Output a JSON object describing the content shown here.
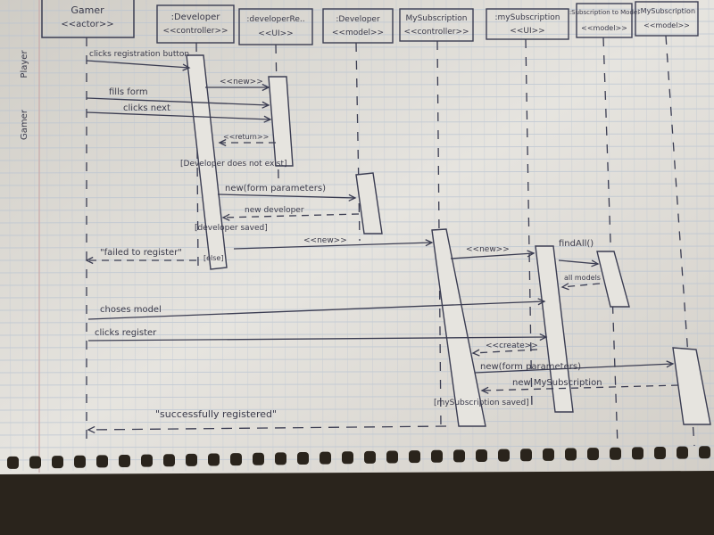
{
  "colors": {
    "paper": "#e3e1dc",
    "paper_shadow": "#bdb9b0",
    "grid": "#b9c4d2",
    "ink": "#3b3d52",
    "margin_line": "#c9a9a9",
    "background": "#2a241c"
  },
  "lifelines": [
    {
      "id": "gamer",
      "name": "Gamer",
      "stereotype": "<<actor>>"
    },
    {
      "id": "dev_controller",
      "name": ":Developer",
      "stereotype": "<<controller>>"
    },
    {
      "id": "dev_ui",
      "name": ":developerRe..",
      "stereotype": "<<UI>>"
    },
    {
      "id": "dev_model",
      "name": ":Developer",
      "stereotype": "<<model>>"
    },
    {
      "id": "sub_controller",
      "name": "MySubscription",
      "stereotype": "<<controller>>"
    },
    {
      "id": "sub_ui",
      "name": ":mySubscription",
      "stereotype": "<<UI>>"
    },
    {
      "id": "model_ui",
      "name": ":Subscription to Model",
      "stereotype": "<<model>>"
    },
    {
      "id": "sub_model",
      "name": ":MySubscription",
      "stereotype": "<<model>>"
    }
  ],
  "margin_notes": [
    "Player",
    "Gamer"
  ],
  "messages": [
    {
      "label": "clicks registration button",
      "from": "gamer",
      "to": "dev_controller"
    },
    {
      "label": "<<new>>",
      "from": "dev_controller",
      "to": "dev_ui"
    },
    {
      "label": "fills form",
      "from": "gamer",
      "to": "dev_ui"
    },
    {
      "label": "clicks next",
      "from": "gamer",
      "to": "dev_ui"
    },
    {
      "label": "<<return>>",
      "from": "dev_ui",
      "to": "dev_controller"
    },
    {
      "label": "new(form parameters)",
      "from": "dev_controller",
      "to": "dev_model"
    },
    {
      "label": "new developer",
      "from": "dev_model",
      "to": "dev_controller"
    },
    {
      "label": "<<new>>",
      "from": "dev_controller",
      "to": "sub_controller"
    },
    {
      "label": "\"failed to register\"",
      "from": "dev_controller",
      "to": "gamer"
    },
    {
      "label": "<<new>>",
      "from": "sub_controller",
      "to": "sub_ui"
    },
    {
      "label": "findAll()",
      "from": "sub_ui",
      "to": "model_ui"
    },
    {
      "label": "all models",
      "from": "model_ui",
      "to": "sub_ui"
    },
    {
      "label": "choses model",
      "from": "gamer",
      "to": "sub_ui"
    },
    {
      "label": "clicks register",
      "from": "gamer",
      "to": "sub_ui"
    },
    {
      "label": "<<create>>",
      "from": "sub_ui",
      "to": "sub_controller"
    },
    {
      "label": "new(form parameters)",
      "from": "sub_controller",
      "to": "sub_model"
    },
    {
      "label": "new MySubscription",
      "from": "sub_model",
      "to": "sub_controller"
    },
    {
      "label": "\"successfully registered\"",
      "from": "sub_controller",
      "to": "gamer"
    }
  ],
  "guards": [
    "[Developer does not exist]",
    "[developer saved]",
    "[else]",
    "[mySubscription saved]"
  ]
}
